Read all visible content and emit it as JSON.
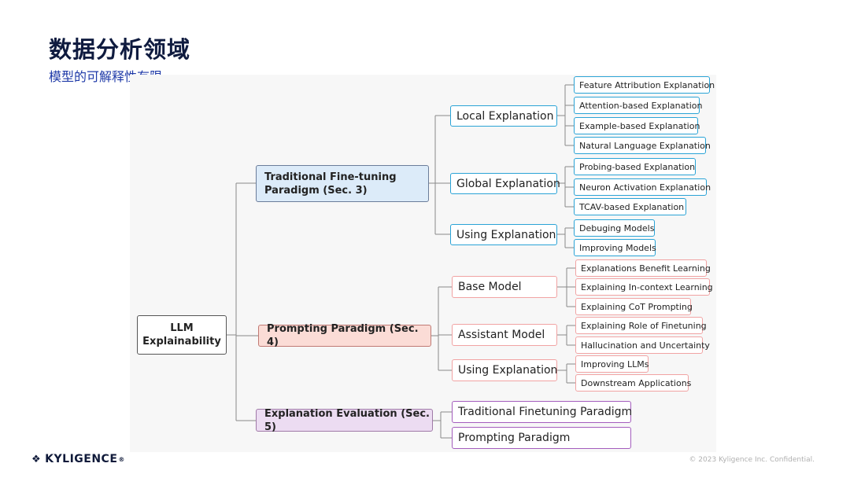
{
  "slide": {
    "title": "数据分析领域",
    "subtitle": "模型的可解释性有限"
  },
  "diagram": {
    "root": "LLM\nExplainability",
    "branches": [
      {
        "label": "Traditional Fine-tuning\nParadigm (Sec. 3)",
        "children": [
          {
            "label": "Local Explanation",
            "leaves": [
              "Feature Attribution Explanation",
              "Attention-based Explanation",
              "Example-based Explanation",
              "Natural Language Explanation"
            ]
          },
          {
            "label": "Global Explanation",
            "leaves": [
              "Probing-based Explanation",
              "Neuron Activation Explanation",
              "TCAV-based Explanation"
            ]
          },
          {
            "label": "Using Explanation",
            "leaves": [
              "Debuging Models",
              "Improving Models"
            ]
          }
        ]
      },
      {
        "label": "Prompting Paradigm (Sec. 4)",
        "children": [
          {
            "label": "Base Model",
            "leaves": [
              "Explanations Benefit Learning",
              "Explaining In-context Learning",
              "Explaining CoT Prompting"
            ]
          },
          {
            "label": "Assistant Model",
            "leaves": [
              "Explaining Role of Finetuning",
              "Hallucination and Uncertainty"
            ]
          },
          {
            "label": "Using Explanation",
            "leaves": [
              "Improving LLMs",
              "Downstream Applications"
            ]
          }
        ]
      },
      {
        "label": "Explanation Evaluation (Sec. 5)",
        "children": [
          {
            "label": "Traditional Finetuning Paradigm",
            "leaves": []
          },
          {
            "label": "Prompting Paradigm",
            "leaves": []
          }
        ]
      }
    ]
  },
  "footer": {
    "logo_text": "KYLIGENCE",
    "logo_mark": "❖",
    "registered": "®",
    "copyright": "© 2023 Kyligence Inc. Confidential."
  },
  "colors": {
    "branch1": "#2aa3d6",
    "branch2": "#f1a3a3",
    "branch3": "#a45dbd"
  }
}
